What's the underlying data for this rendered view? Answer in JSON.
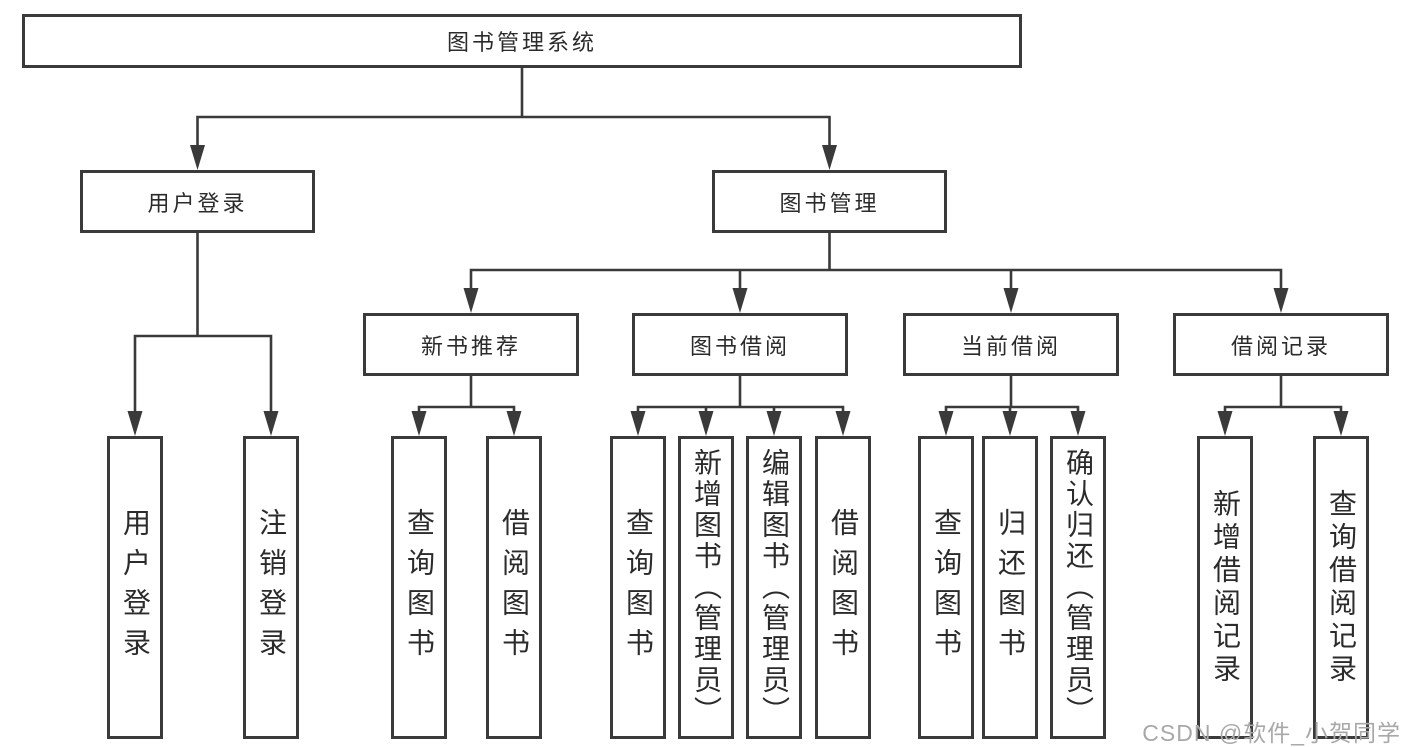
{
  "tree": {
    "root": "图书管理系统",
    "children": [
      {
        "label": "用户登录",
        "children": [
          "用户登录",
          "注销登录"
        ]
      },
      {
        "label": "图书管理",
        "children": [
          {
            "label": "新书推荐",
            "children": [
              "查询图书",
              "借阅图书"
            ]
          },
          {
            "label": "图书借阅",
            "children": [
              "查询图书",
              "新增图书（管理员）",
              "编辑图书（管理员）",
              "借阅图书"
            ]
          },
          {
            "label": "当前借阅",
            "children": [
              "查询图书",
              "归还图书",
              "确认归还（管理员）"
            ]
          },
          {
            "label": "借阅记录",
            "children": [
              "新增借阅记录",
              "查询借阅记录"
            ]
          }
        ]
      }
    ]
  },
  "watermark": "CSDN @软件_小贺同学",
  "colors": {
    "line": "#3a3a3a",
    "text": "#2b2b2b",
    "box_background": "#ffffff",
    "watermark": "#a8a8a8"
  }
}
